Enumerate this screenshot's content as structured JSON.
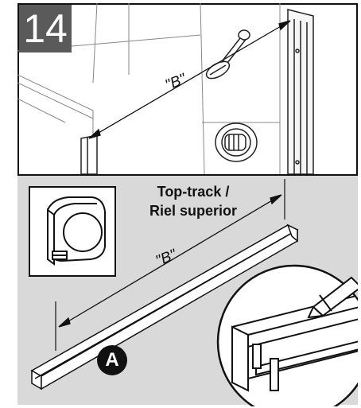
{
  "step": {
    "number": "14"
  },
  "top_panel": {
    "dimension_label": "\"B\""
  },
  "bottom_panel": {
    "part_title_line1": "Top-track /",
    "part_title_line2": "Riel superior",
    "dimension_label": "\"B\"",
    "part_letter": "A"
  },
  "icons": [
    "tape-measure-icon",
    "pencil-icon",
    "shower-head-icon",
    "shower-valve-icon"
  ],
  "colors": {
    "panel_gray": "#d9d9d9",
    "badge_gray": "#5a5a5a",
    "ink": "#111111"
  }
}
